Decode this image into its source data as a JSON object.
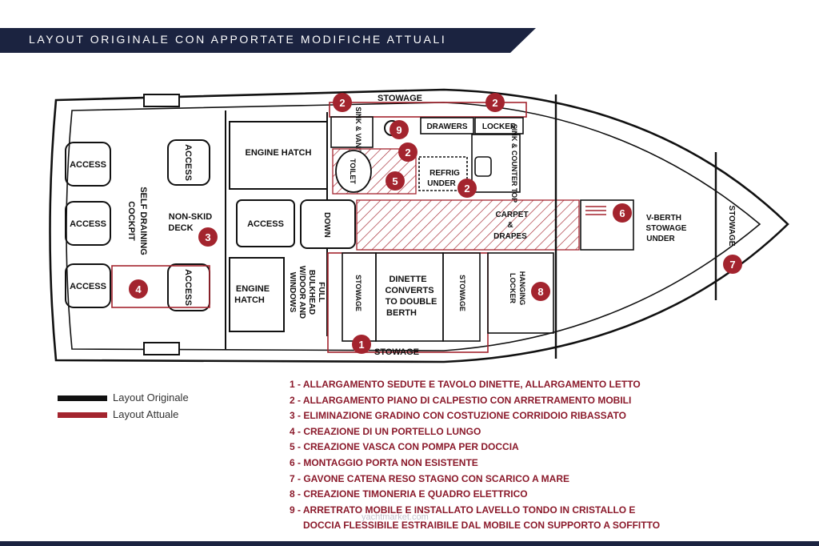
{
  "header": {
    "title": "LAYOUT ORIGINALE CON APPORTATE MODIFICHE ATTUALI"
  },
  "colors": {
    "banner": "#1b2340",
    "original": "#111111",
    "current": "#a3242e",
    "marker": "#a3242e"
  },
  "plan": {
    "labels": {
      "stowage_top": "STOWAGE",
      "stowage_bottom": "STOWAGE",
      "sink_vanity": "SINK & VANITY",
      "drawers": "DRAWERS",
      "locker": "LOCKER",
      "sink_counter": "SINK & COUNTER TOP",
      "toilet": "TOILET",
      "refrig": "REFRIG",
      "under": "UNDER",
      "engine_hatch_top": "ENGINE HATCH",
      "engine_hatch_bottom_1": "ENGINE",
      "engine_hatch_bottom_2": "HATCH",
      "access_center": "ACCESS",
      "access_1": "ACCESS",
      "access_2": "ACCESS",
      "access_3": "ACCESS",
      "access_4": "ACCESS",
      "access_5": "ACCESS",
      "self_draining_1": "SELF DRAINING",
      "self_draining_2": "COCKPIT",
      "non_skid_1": "NON-SKID",
      "non_skid_2": "DECK",
      "down": "DOWN",
      "bulkhead_1": "FULL",
      "bulkhead_2": "BULKHEAD",
      "bulkhead_3": "W/DOOR AND",
      "bulkhead_4": "WINDOWS",
      "stowage_v1": "STOWAGE",
      "stowage_v2": "STOWAGE",
      "stowage_v3": "STOWAGE",
      "dinette_1": "DINETTE",
      "dinette_2": "CONVERTS",
      "dinette_3": "TO DOUBLE",
      "dinette_4": "BERTH",
      "hanging_1": "HANGING",
      "hanging_2": "LOCKER",
      "carpet_1": "CARPET",
      "carpet_2": "&",
      "carpet_3": "DRAPES",
      "vberth_1": "V-BERTH",
      "vberth_2": "STOWAGE",
      "vberth_3": "UNDER"
    },
    "markers": [
      "2",
      "2",
      "9",
      "2",
      "5",
      "2",
      "3",
      "4",
      "6",
      "7",
      "8",
      "1"
    ]
  },
  "legend": [
    {
      "label": "Layout Originale",
      "color": "#111111"
    },
    {
      "label": "Layout Attuale",
      "color": "#a3242e"
    }
  ],
  "notes": [
    "1 - ALLARGAMENTO SEDUTE E TAVOLO DINETTE, ALLARGAMENTO LETTO",
    "2 - ALLARGAMENTO PIANO DI CALPESTIO CON ARRETRAMENTO MOBILI",
    "3 - ELIMINAZIONE GRADINO CON COSTUZIONE CORRIDOIO RIBASSATO",
    "4 - CREAZIONE DI UN PORTELLO LUNGO",
    "5 - CREAZIONE VASCA CON POMPA PER DOCCIA",
    "6 - MONTAGGIO PORTA NON ESISTENTE",
    "7 - GAVONE CATENA RESO STAGNO CON SCARICO A MARE",
    "8 - CREAZIONE TIMONERIA E QUADRO ELETTRICO",
    "9 - ARRETRATO MOBILE E INSTALLATO LAVELLO TONDO IN CRISTALLO E"
  ],
  "note_continuation": "DOCCIA FLESSIBILE ESTRAIBILE DAL MOBILE CON SUPPORTO A SOFFITTO",
  "watermark": "yachtmarket.com"
}
